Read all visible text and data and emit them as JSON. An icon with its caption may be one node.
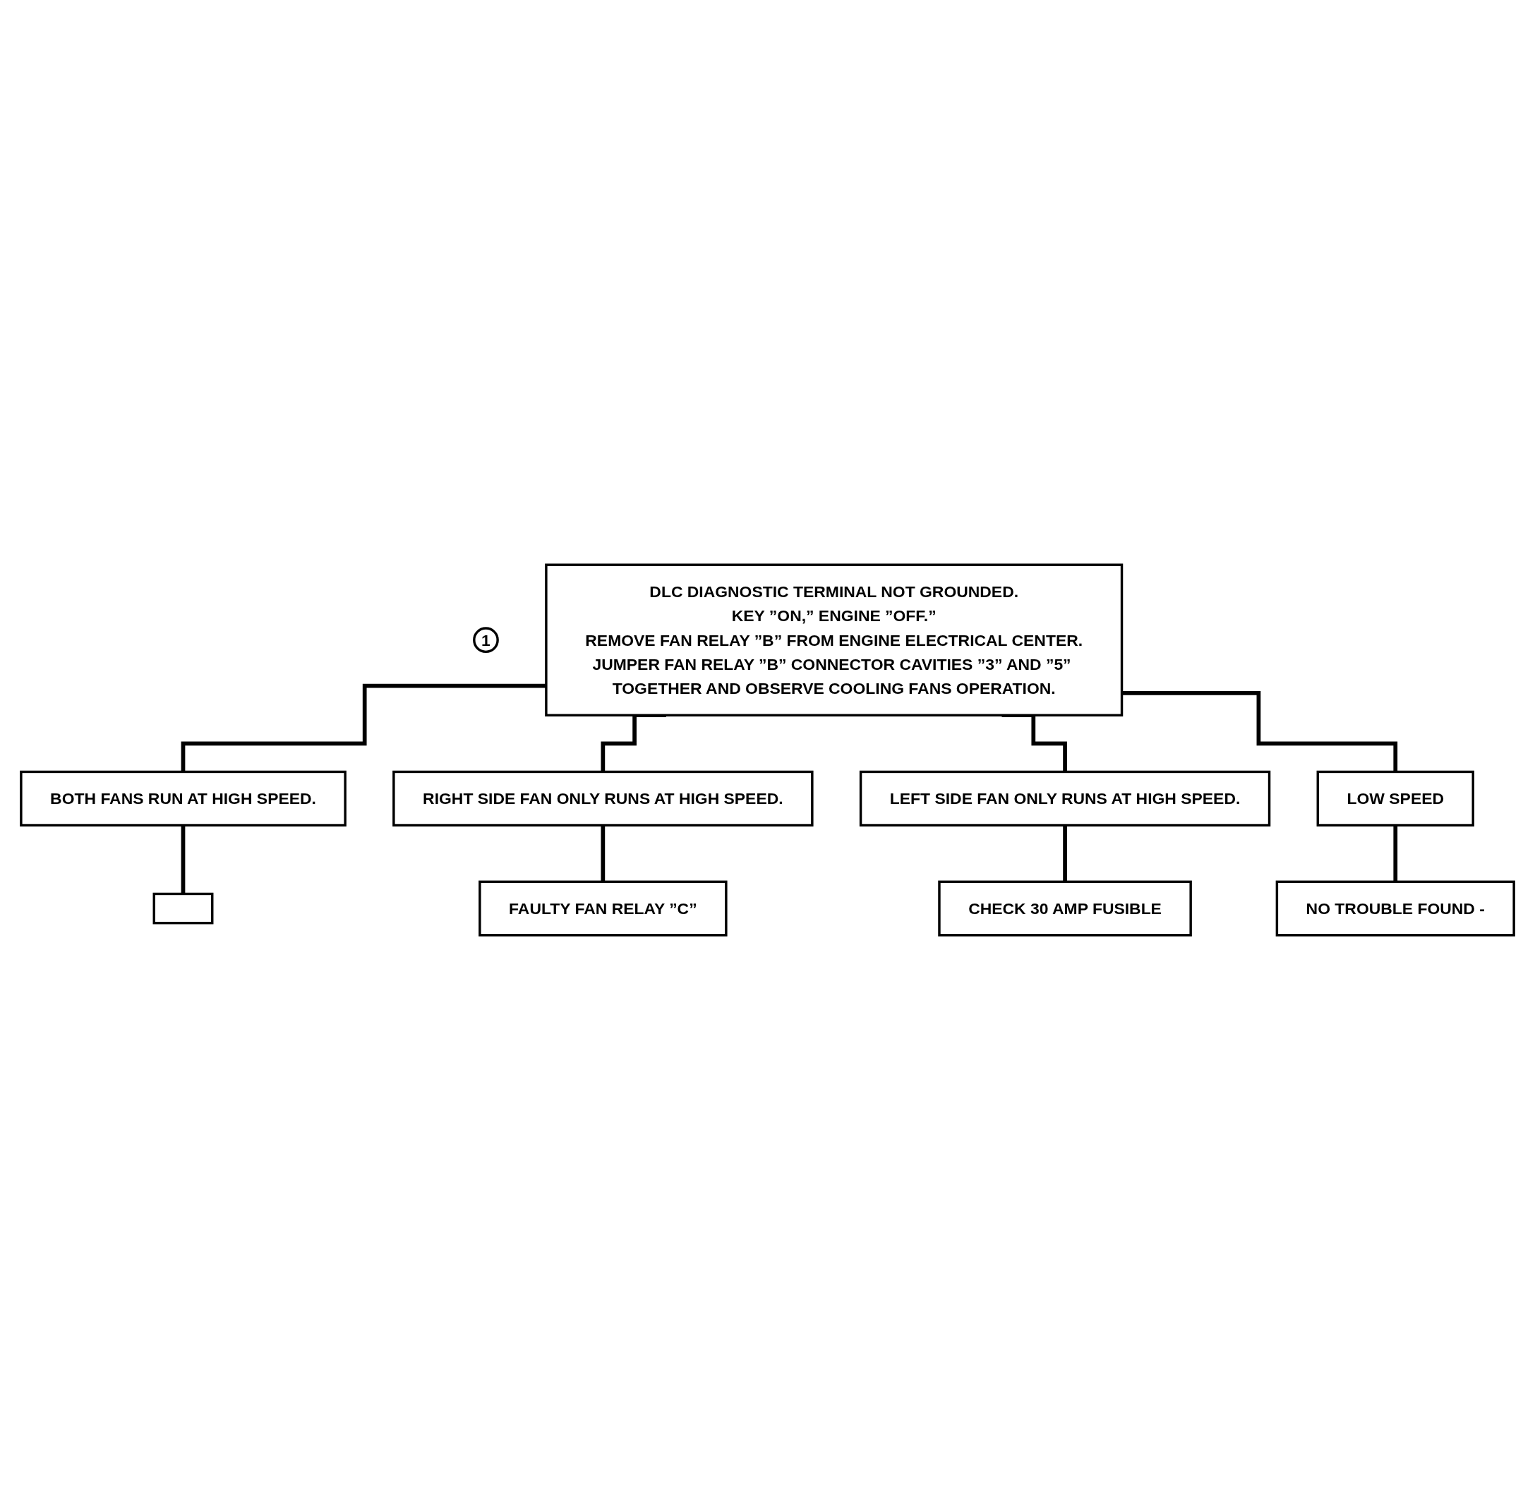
{
  "diagram": {
    "nodes": [
      {
        "text": [
          "1"
        ]
      },
      {
        "text": [
          "DLC DIAGNOSTIC TERMINAL NOT GROUNDED.",
          "KEY ”ON,” ENGINE ”OFF.”",
          "REMOVE FAN RELAY ”B” FROM ENGINE ELECTRICAL CENTER.",
          "JUMPER FAN RELAY ”B” CONNECTOR CAVITIES ”3” AND ”5” TOGETHER AND OBSERVE COOLING FANS OPERATION."
        ]
      },
      {
        "text": [
          "BOTH FANS RUN AT HIGH SPEED."
        ]
      },
      {
        "text": [
          "RIGHT SIDE FAN ONLY RUNS AT HIGH SPEED."
        ]
      },
      {
        "text": [
          "LEFT SIDE FAN ONLY RUNS AT HIGH SPEED."
        ]
      },
      {
        "text": [
          "LOW SPEED"
        ]
      },
      {
        "text": [],
        "shape": "box"
      },
      {
        "text": [
          "FAULTY FAN RELAY ”C”"
        ]
      },
      {
        "text": [
          "CHECK 30 AMP FUSIBLE"
        ]
      },
      {
        "text": [
          "NO TROUBLE FOUND -"
        ]
      }
    ],
    "edges": [
      {
        "from": 1,
        "to": 2,
        "arrow": "none"
      },
      {
        "from": 1,
        "to": 3,
        "arrow": "none"
      },
      {
        "from": 1,
        "to": 4,
        "arrow": "none"
      },
      {
        "from": 1,
        "to": 5,
        "arrow": "none"
      },
      {
        "from": 2,
        "to": 6,
        "arrow": "none"
      },
      {
        "from": 3,
        "to": 7,
        "arrow": "none"
      },
      {
        "from": 4,
        "to": 8,
        "arrow": "none"
      },
      {
        "from": 5,
        "to": 9,
        "arrow": "none"
      }
    ]
  }
}
